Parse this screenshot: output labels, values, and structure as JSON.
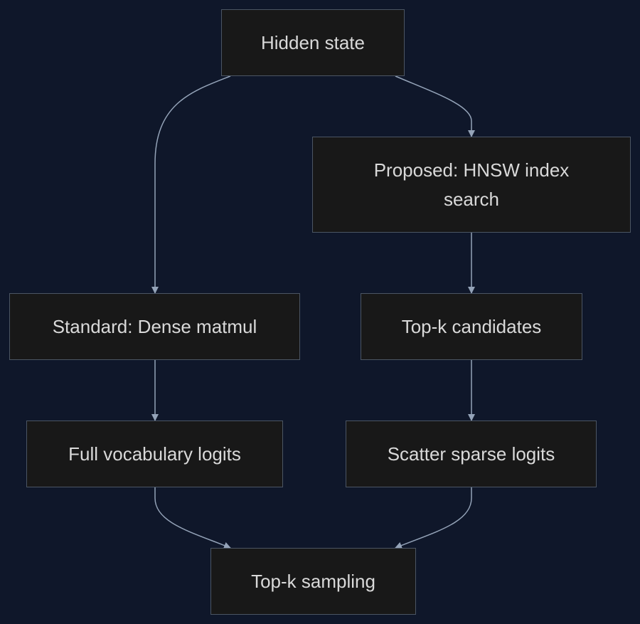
{
  "diagram": {
    "colors": {
      "background": "#0f172a",
      "node_fill": "#181818",
      "node_border": "#4b5563",
      "text": "#d9d9d9",
      "edge": "#94a3b8"
    },
    "nodes": {
      "hidden_state": "Hidden state",
      "hnsw_search": "Proposed: HNSW index search",
      "dense_matmul": "Standard: Dense matmul",
      "topk_candidates": "Top-k candidates",
      "full_vocab_logits": "Full vocabulary logits",
      "scatter_sparse_logits": "Scatter sparse logits",
      "topk_sampling": "Top-k sampling"
    },
    "edges": [
      {
        "from": "hidden_state",
        "to": "dense_matmul"
      },
      {
        "from": "hidden_state",
        "to": "hnsw_search"
      },
      {
        "from": "hnsw_search",
        "to": "topk_candidates"
      },
      {
        "from": "dense_matmul",
        "to": "full_vocab_logits"
      },
      {
        "from": "topk_candidates",
        "to": "scatter_sparse_logits"
      },
      {
        "from": "full_vocab_logits",
        "to": "topk_sampling"
      },
      {
        "from": "scatter_sparse_logits",
        "to": "topk_sampling"
      }
    ]
  }
}
